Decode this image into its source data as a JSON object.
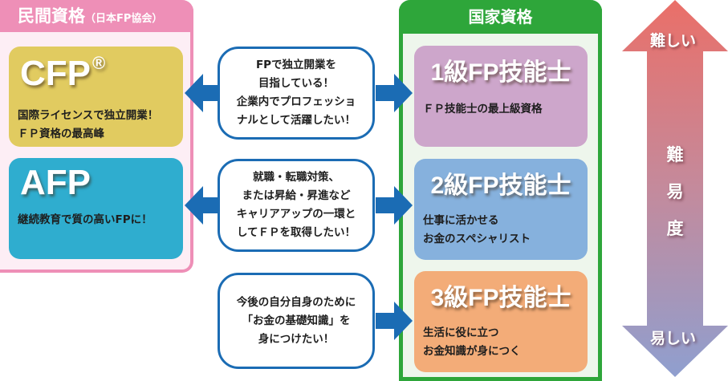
{
  "private_qualifications": {
    "header": "民間資格",
    "header_sub": "（日本FP協会）",
    "color": "#ee8fb7",
    "cards": [
      {
        "title": "CFP",
        "title_mark": "®",
        "desc_lines": [
          "国際ライセンスで独立開業！",
          "ＦＰ資格の最高峰"
        ],
        "color": "#e1cb60"
      },
      {
        "title": "AFP",
        "desc_lines": [
          "継続教育で質の高いFPに！"
        ],
        "color": "#2fadcf"
      }
    ]
  },
  "national_qualifications": {
    "header": "国家資格",
    "color": "#2ea63a",
    "cards": [
      {
        "title": "1級FP技能士",
        "desc_lines": [
          "ＦＰ技能士の最上級資格"
        ],
        "color": "#cda6cb"
      },
      {
        "title": "2級FP技能士",
        "desc_lines": [
          "仕事に活かせる",
          "お金のスペシャリスト"
        ],
        "color": "#86b1dd"
      },
      {
        "title": "3級FP技能士",
        "desc_lines": [
          "生活に役に立つ",
          "お金知識が身につく"
        ],
        "color": "#f3ac78"
      }
    ]
  },
  "goals": [
    {
      "lines": [
        "FPで独立開業を",
        "目指している！",
        "企業内でプロフェッショ",
        "ナルとして活躍したい！"
      ],
      "arrows": "both"
    },
    {
      "lines": [
        "就職・転職対策、",
        "または昇給・昇進など",
        "キャリアアップの一環と",
        "してＦＰを取得したい！"
      ],
      "arrows": "both"
    },
    {
      "lines": [
        "今後の自分自身のために",
        "「お金の基礎知識」を",
        "身につけたい！"
      ],
      "arrows": "right"
    }
  ],
  "arrow_color": "#1b6cb4",
  "difficulty": {
    "top_label": "難しい",
    "middle_label": [
      "難",
      "易",
      "度"
    ],
    "bottom_label": "易しい",
    "gradient_top": "#ea6f68",
    "gradient_bottom": "#8f9fcf"
  }
}
